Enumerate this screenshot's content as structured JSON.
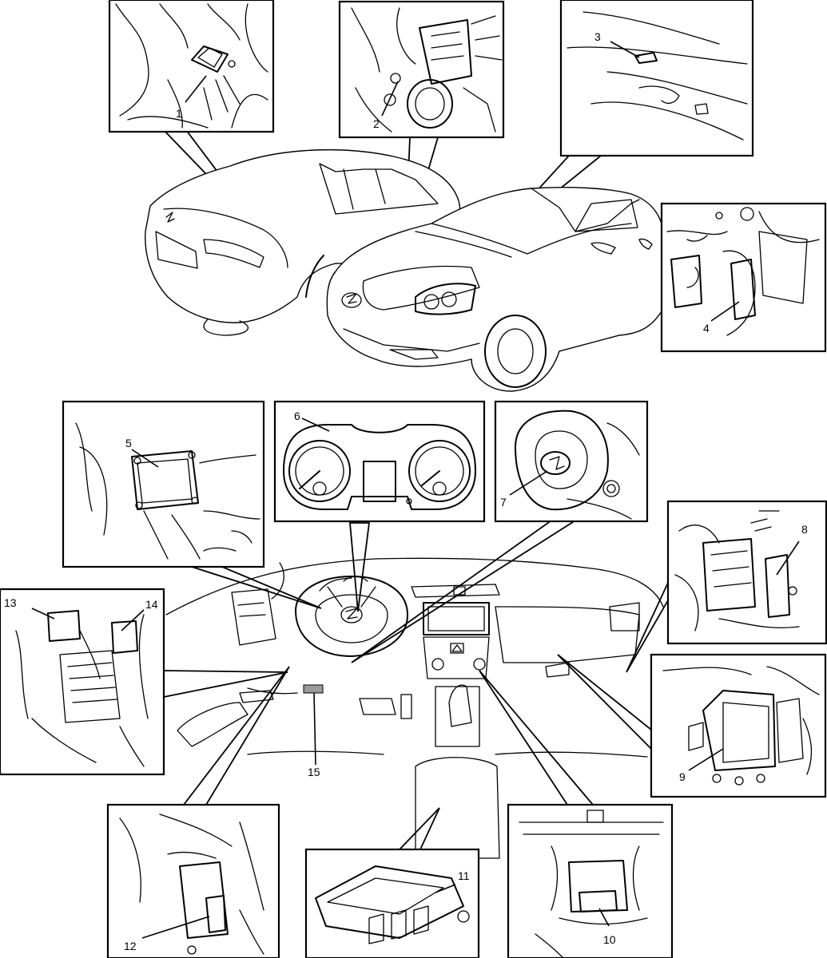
{
  "callouts": [
    {
      "id": "1",
      "label": "1"
    },
    {
      "id": "2",
      "label": "2"
    },
    {
      "id": "3",
      "label": "3"
    },
    {
      "id": "4",
      "label": "4"
    },
    {
      "id": "5",
      "label": "5"
    },
    {
      "id": "6",
      "label": "6"
    },
    {
      "id": "7",
      "label": "7"
    },
    {
      "id": "8",
      "label": "8"
    },
    {
      "id": "9",
      "label": "9"
    },
    {
      "id": "10",
      "label": "10"
    },
    {
      "id": "11",
      "label": "11"
    },
    {
      "id": "12",
      "label": "12"
    },
    {
      "id": "13",
      "label": "13"
    },
    {
      "id": "14",
      "label": "14"
    },
    {
      "id": "15",
      "label": "15"
    }
  ],
  "icons": {
    "brand_emblem": "s-emblem-icon",
    "hazard_button": "hazard-triangle-icon"
  },
  "colors": {
    "line": "#000000",
    "background": "#ffffff",
    "highlight_label": "#9a9a9a"
  }
}
